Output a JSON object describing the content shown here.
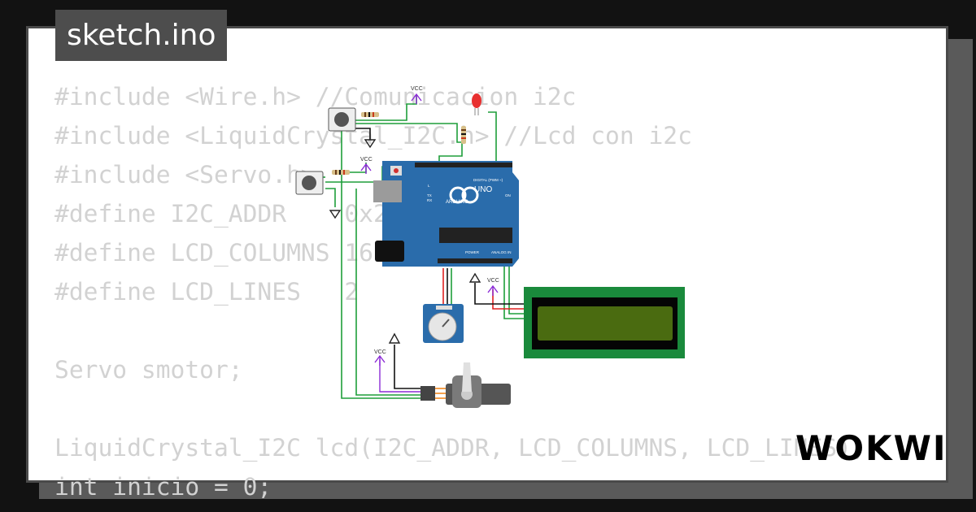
{
  "tab": {
    "title": "sketch.ino"
  },
  "code_lines": [
    "#include <Wire.h> //Comunicacion i2c",
    "#include <LiquidCrystal_I2C.h> //Lcd con i2c",
    "#include <Servo.h>",
    "#define I2C_ADDR    0x27",
    "#define LCD_COLUMNS 16",
    "#define LCD_LINES   2",
    "",
    "Servo smotor;",
    "",
    "LiquidCrystal_I2C lcd(I2C_ADDR, LCD_COLUMNS, LCD_LINES);",
    "int inicio = 0;"
  ],
  "board": {
    "brand": "ARDUINO",
    "model": "UNO",
    "digital_header": "DIGITAL (PWM ~)",
    "power_label": "POWER",
    "analog_label": "ANALOG IN",
    "on_label": "ON",
    "led_labels": [
      "L",
      "TX",
      "RX"
    ]
  },
  "vcc_label": "VCC",
  "logo": {
    "text": "WOKWI",
    "icon": "wokwi-logo-icon"
  },
  "colors": {
    "background": "#121212",
    "card": "#ffffff",
    "tab": "#4d4d4d",
    "code_text": "#d2d2d2",
    "board": "#2a6cab",
    "wire_green": "#1e9e3a",
    "wire_red": "#e02020",
    "lcd_pcb": "#1a8a3c",
    "lcd_screen": "#4a6b10"
  }
}
